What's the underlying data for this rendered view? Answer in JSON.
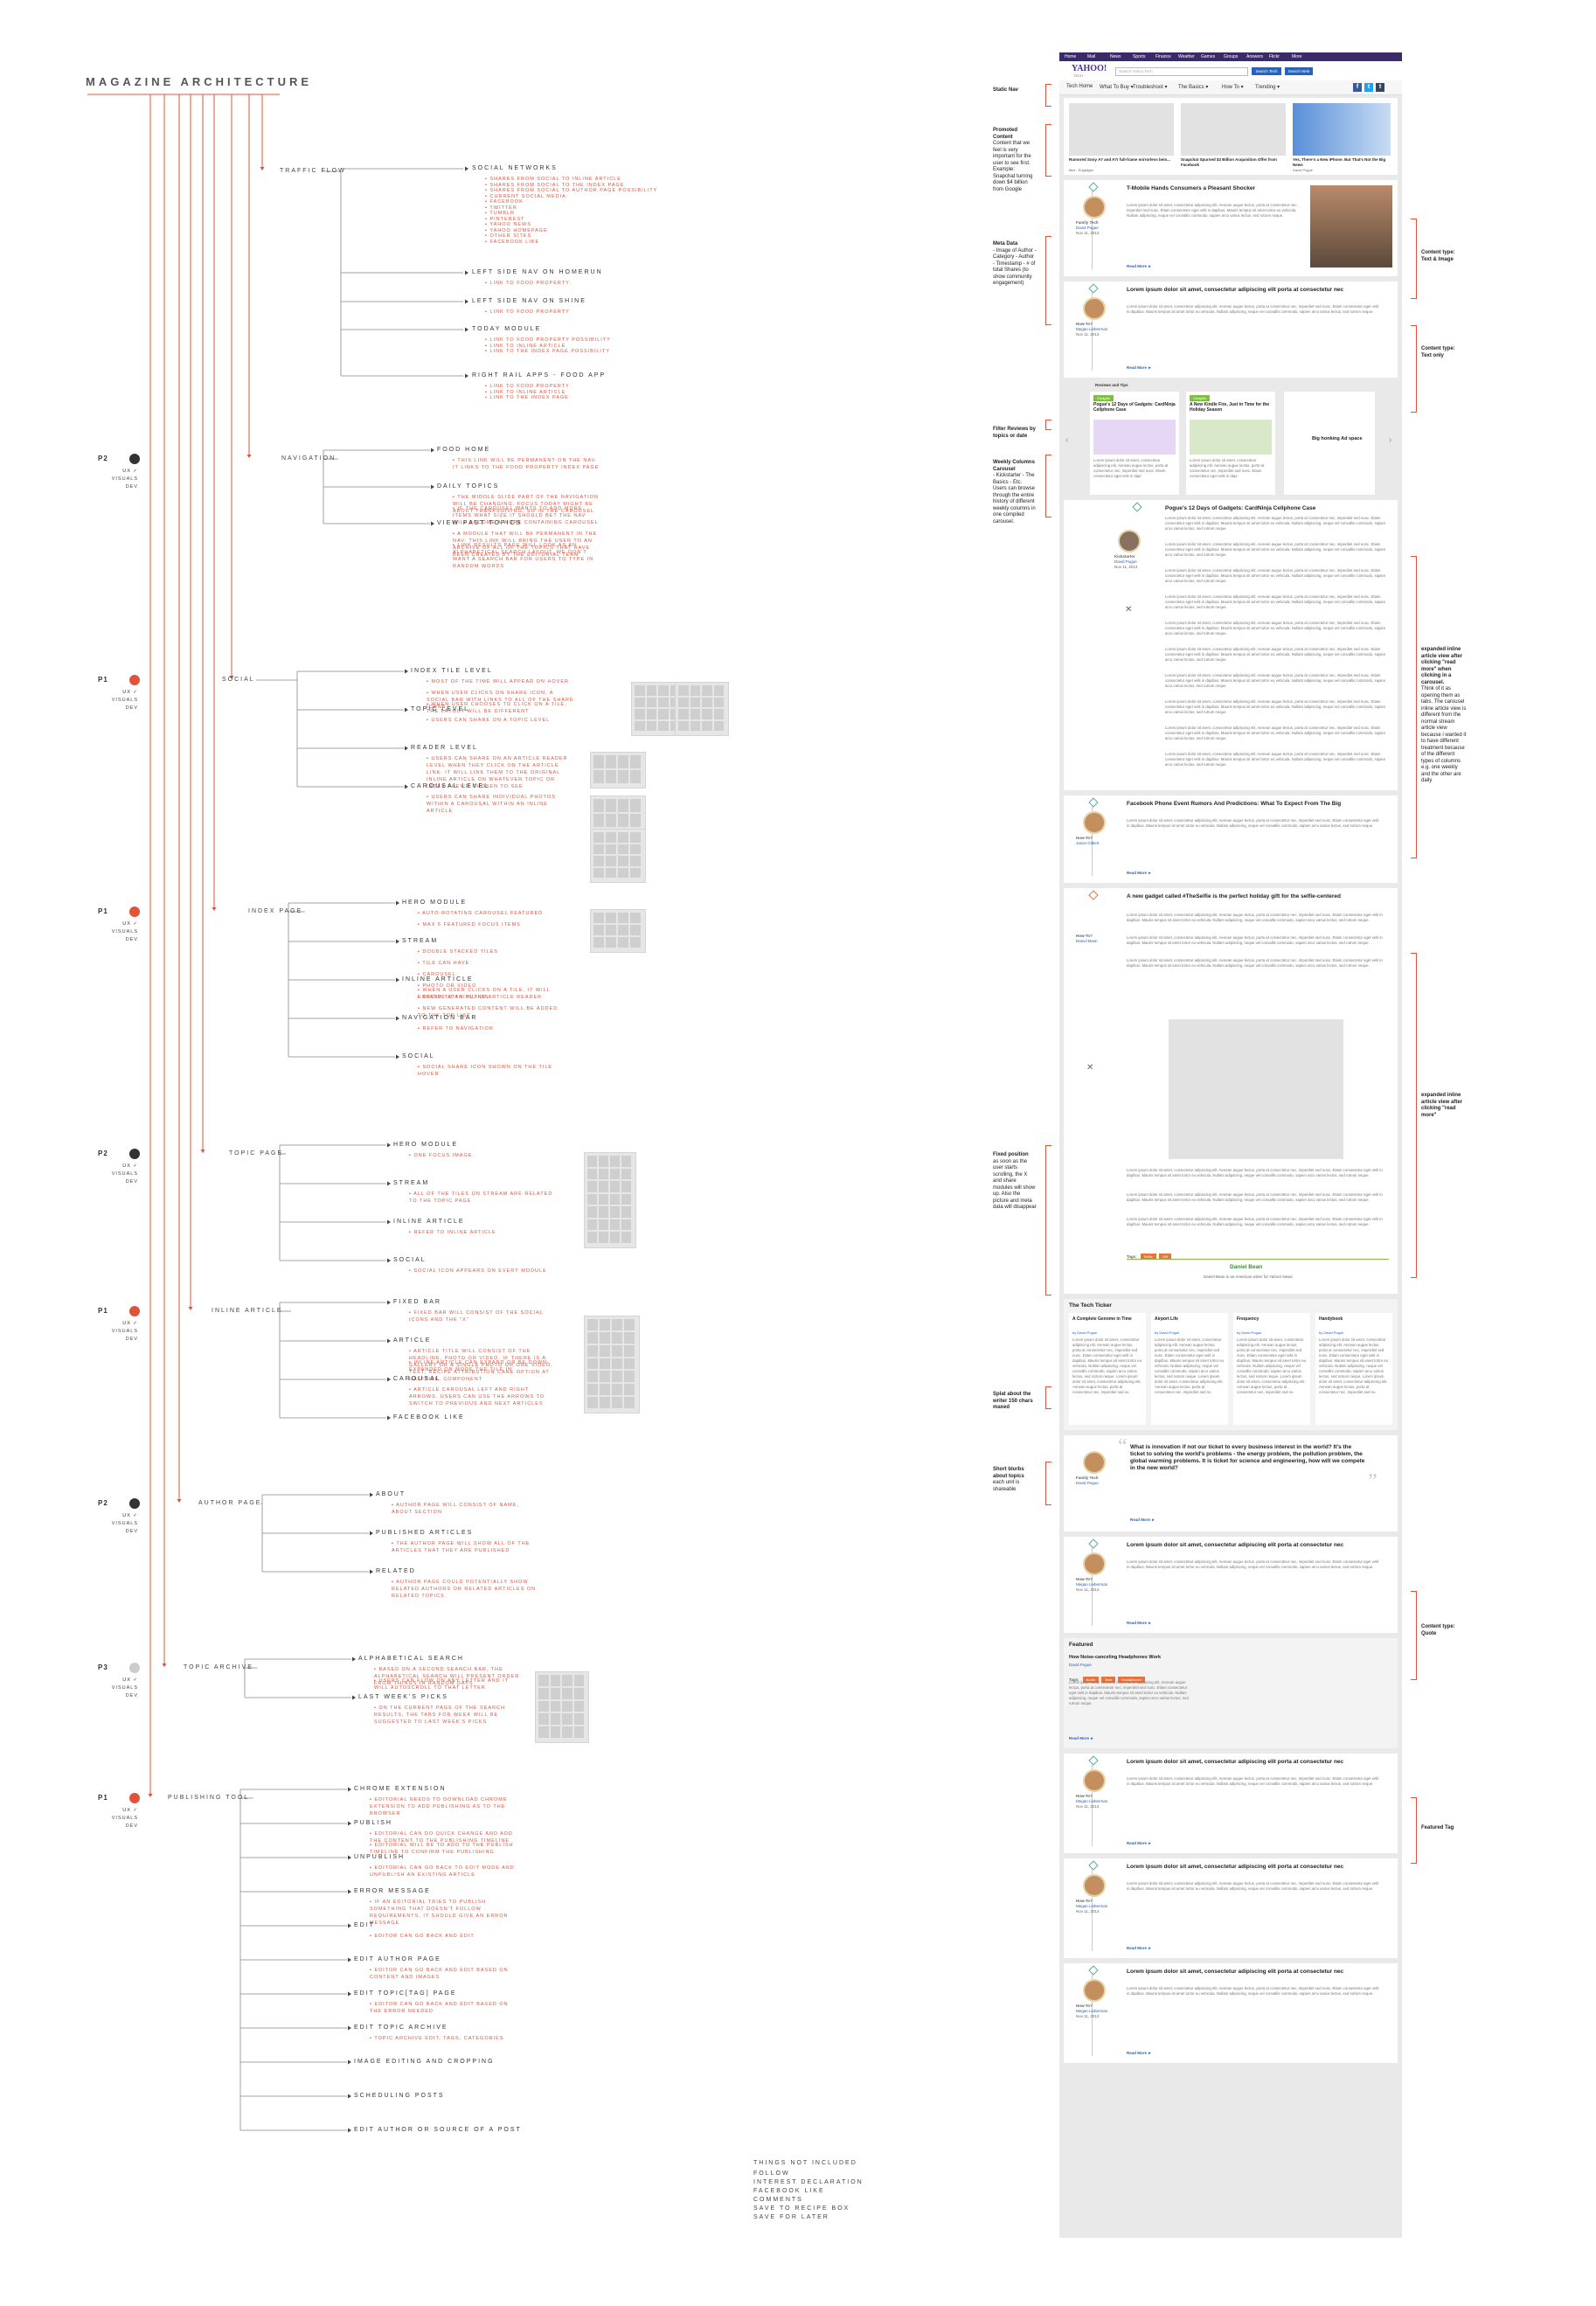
{
  "arch": {
    "title": "MAGAZINE ARCHITECTURE",
    "traffic_flow": {
      "label": "TRAFFIC FLOW",
      "nodes": [
        {
          "label": "SOCIAL NETWORKS",
          "items": [
            "SHARES FROM SOCIAL TO INLINE ARTICLE",
            "SHARES FROM SOCIAL TO THE INDEX PAGE",
            "SHARES FROM SOCIAL TO AUTHOR PAGE POSSIBILITY",
            "CURRENT SOCIAL MEDIA:",
            "FACEBOOK",
            "TWITTER",
            "TUMBLR",
            "PINTEREST",
            "YAHOO NEWS",
            "YAHOO HOMEPAGE",
            "OTHER SITES",
            "FACEBOOK LIKE"
          ]
        },
        {
          "label": "LEFT SIDE NAV ON HOMERUN",
          "items": [
            "LINK TO FOOD PROPERTY"
          ]
        },
        {
          "label": "LEFT SIDE NAV ON SHINE",
          "items": [
            "LINK TO FOOD PROPERTY"
          ]
        },
        {
          "label": "TODAY MODULE",
          "items": [
            "LINK TO FOOD PROPERTY POSSIBILITY",
            "LINK TO INLINE ARTICLE",
            "LINK TO THE INDEX PAGE POSSIBILITY"
          ]
        },
        {
          "label": "RIGHT RAIL APPS - FOOD APP",
          "items": [
            "LINK TO FOOD PROPERTY",
            "LINK TO INLINE ARTICLE",
            "LINK TO THE INDEX PAGE"
          ]
        }
      ]
    },
    "sections": [
      {
        "priority": "P2",
        "dot": "#333333",
        "label": "NAVIGATION",
        "nodes": [
          {
            "label": "FOOD HOME",
            "items": [
              "THIS LINK WILL BE PERMANENT ON THE NAV. IT LINKS TO THE FOOD PROPERTY INDEX PAGE"
            ]
          },
          {
            "label": "DAILY TOPICS",
            "items": [
              "THE MIDDLE SLIDE PART OF THE NAVIGATION WILL BE CHANGING. FOCUS TODAY MIGHT BE ABOUT THANKSGIVING, SO IN THE CAROUSEL",
              "IF THE CAROUSEL WANTS TO ADD MORE ITEMS WHAT SIZE IT SHOULD BE? THE NAV WILL BECOME A WORK CONTAINING CAROUSEL"
            ]
          },
          {
            "label": "VIEW PAST TOPICS",
            "items": [
              "A MODULE THAT WILL BE PERMANENT IN THE NAV. THIS LINK WILL BRING THE USER TO AN ARCHIVE OF ALL OF THE TOPICS THAT HAVE BEEN CREATED BY THE EDITORIAL TEAM",
              "LINK RESULTS PAGE WILL LOOK AS AN ALPHABETICAL SEARCH LAYOUT. WE DON'T WANT A SEARCH BAR FOR USERS TO TYPE IN RANDOM WORDS"
            ]
          }
        ]
      },
      {
        "priority": "P1",
        "dot": "#e0533b",
        "label": "SOCIAL",
        "nodes": [
          {
            "label": "INDEX TILE LEVEL",
            "items": [
              "MOST OF THE TIME WILL APPEAR ON HOVER",
              "WHEN USER CLICKS ON SHARE ICON, A SOCIAL BAR WITH LINKS TO ALL OF THE SHARE ICONS",
              "WHEN USER CHOOSES TO CLICK ON A TILE, THE LAYOUT WILL BE DIFFERENT"
            ]
          },
          {
            "label": "TOPIC LEVEL",
            "items": [
              "USERS CAN SHARE ON A TOPIC LEVEL"
            ]
          },
          {
            "label": "READER LEVEL",
            "items": [
              "USERS CAN SHARE ON AN ARTICLE READER LEVEL WHEN THEY CLICK ON THE ARTICLE LINK. IT WILL LINK THEM TO THE ORIGINAL INLINE ARTICLE ON WHATEVER TOPIC OR INDEX THEY'D CHOSEN TO SEE"
            ]
          },
          {
            "label": "CAROUSAL LEVEL",
            "items": [
              "USERS CAN SHARE INDIVIDUAL PHOTOS WITHIN A CAROUSAL WITHIN AN INLINE ARTICLE"
            ]
          }
        ]
      },
      {
        "priority": "P1",
        "dot": "#e0533b",
        "label": "INDEX PAGE",
        "nodes": [
          {
            "label": "HERO MODULE",
            "items": [
              "AUTO-ROTATING CAROUSEL FEATURED",
              "MAX 5 FEATURED FOCUS ITEMS"
            ]
          },
          {
            "label": "STREAM",
            "items": [
              "DOUBLE STACKED TILES",
              "TILE CAN HAVE:",
              "CAROUSEL",
              "PHOTO OR VIDEO",
              "RECIPE ATTRIBUTION",
              "NEW GENERATED CONTENT WILL BE ADDED TO THE TOP LIST"
            ]
          },
          {
            "label": "INLINE ARTICLE",
            "items": [
              "WHEN A USER CLICKS ON A TILE, IT WILL EXPAND TO AN INLINE ARTICLE READER"
            ]
          },
          {
            "label": "NAVIGATION BAR",
            "items": [
              "REFER TO NAVIGATION"
            ]
          },
          {
            "label": "SOCIAL",
            "items": [
              "SOCIAL SHARE ICON SHOWN ON THE TILE HOVER"
            ]
          }
        ]
      },
      {
        "priority": "P2",
        "dot": "#333333",
        "label": "TOPIC PAGE",
        "nodes": [
          {
            "label": "HERO MODULE",
            "items": [
              "ONE FOCUS IMAGE"
            ]
          },
          {
            "label": "STREAM",
            "items": [
              "ALL OF THE TILES ON STREAM ARE RELATED TO THE TOPIC PAGE"
            ]
          },
          {
            "label": "INLINE ARTICLE",
            "items": [
              "REFER TO INLINE ARTICLE"
            ]
          },
          {
            "label": "SOCIAL",
            "items": [
              "SOCIAL ICON APPEARS ON EVERY MODULE"
            ]
          }
        ]
      },
      {
        "priority": "P1",
        "dot": "#e0533b",
        "label": "INLINE ARTICLE",
        "nodes": [
          {
            "label": "FIXED BAR",
            "items": [
              "FIXED BAR WILL CONSIST OF THE SOCIAL ICONS AND THE \"X\""
            ]
          },
          {
            "label": "ARTICLE",
            "items": [
              "ARTICLE TITLE WILL CONSIST OF THE HEADLINE, PHOTO OR VIDEO. IF THERE IS A GALLERY OR A SINGLE PHOTO OR ONE VIDEO. TEXT, RECIPE ATTRIBUTION CANE OPTION AT HALFSIZE, COMPONENT",
              "INLINE ARTICLE CAN EXPAND OR BE DOWN-EXPANDED ON MODE THE TILE IN"
            ]
          },
          {
            "label": "CAROUSAL",
            "items": [
              "ARTICLE CAROUSAL LEFT AND RIGHT ARROWS. USERS CAN USE THE ARROWS TO SWITCH TO PREVIOUS AND NEXT ARTICLES"
            ]
          },
          {
            "label": "FACEBOOK LIKE",
            "items": []
          }
        ]
      },
      {
        "priority": "P2",
        "dot": "#333333",
        "label": "AUTHOR PAGE",
        "nodes": [
          {
            "label": "ABOUT",
            "items": [
              "AUTHOR PAGE WILL CONSIST OF NAME, ABOUT SECTION"
            ]
          },
          {
            "label": "PUBLISHED ARTICLES",
            "items": [
              "THE AUTHOR PAGE WILL SHOW ALL OF THE ARTICLES THAT THEY ARE PUBLISHED"
            ]
          },
          {
            "label": "RELATED",
            "items": [
              "AUTHOR PAGE COULD POTENTIALLY SHOW RELATED AUTHORS OR RELATED ARTICLES ON RELATED TOPICS"
            ]
          }
        ]
      },
      {
        "priority": "P3",
        "dot": "#cccccc",
        "label": "TOPIC ARCHIVE",
        "nodes": [
          {
            "label": "ALPHABETICAL SEARCH",
            "items": [
              "BASED ON A SECOND SEARCH BAR, THE ALPHABETICAL SEARCH WILL PRESENT ORDER FROM THINGS IN RANDOM DAYS",
              "USERS CAN FLOW ON ANY LETTER AND IT WILL AUTOSCROLL TO THAT LETTER"
            ]
          },
          {
            "label": "LAST WEEK'S PICKS",
            "items": [
              "ON THE CURRENT PAGE OF THE SEARCH RESULTS, THE TABS FOR WEEK WILL BE SUGGESTED TO LAST WEEK'S PICKS"
            ]
          }
        ]
      },
      {
        "priority": "P1",
        "dot": "#e0533b",
        "label": "PUBLISHING TOOL",
        "nodes": [
          {
            "label": "CHROME EXTENSION",
            "items": [
              "EDITORIAL NEEDS TO DOWNLOAD CHROME EXTENSION TO ADD PUBLISHING AS TO THE BROWSER"
            ]
          },
          {
            "label": "PUBLISH",
            "items": [
              "EDITORIAL CAN DO QUICK CHANGE AND ADD THE CONTENT TO THE PUBLISHING TIMELINE",
              "EDITORIAL WILL BE TO ADD TO THE PUBLISH TIMELINE TO CONFIRM THE PUBLISHING"
            ]
          },
          {
            "label": "UNPUBLISH",
            "items": [
              "EDITORIAL CAN GO BACK TO EDIT MODE AND UNPUBLISH AN EXISTING ARTICLE"
            ]
          },
          {
            "label": "ERROR MESSAGE",
            "items": [
              "IF AN EDITORIAL TRIES TO PUBLISH SOMETHING THAT DOESN'T FOLLOW REQUIREMENTS, IT SHOULD GIVE AN ERROR MESSAGE"
            ]
          },
          {
            "label": "EDIT",
            "items": [
              "EDITOR CAN GO BACK AND EDIT"
            ]
          },
          {
            "label": "EDIT AUTHOR PAGE",
            "items": [
              "EDITOR CAN GO BACK AND EDIT BASED ON CONTENT AND IMAGES"
            ]
          },
          {
            "label": "EDIT TOPIC[TAG] PAGE",
            "items": [
              "EDITOR CAN GO BACK AND EDIT BASED ON THE ERROR NEEDED"
            ]
          },
          {
            "label": "EDIT TOPIC ARCHIVE",
            "items": [
              "TOPIC ARCHIVE EDIT, TAGS, CATEGORIES"
            ]
          },
          {
            "label": "IMAGE EDITING AND CROPPING",
            "items": []
          },
          {
            "label": "SCHEDULING POSTS",
            "items": []
          },
          {
            "label": "EDIT AUTHOR OR SOURCE OF A POST",
            "items": []
          }
        ]
      }
    ],
    "uvd": [
      "UX",
      "VISUALS",
      "DEV"
    ],
    "check": "✓",
    "not_included": {
      "title": "THINGS NOT INCLUDED",
      "items": [
        "FOLLOW",
        "INTEREST DECLARATION",
        "FACEBOOK LIKE",
        "COMMENTS",
        "SAVE TO RECIPE BOX",
        "SAVE FOR LATER"
      ]
    }
  },
  "mock": {
    "topbar": [
      "Home",
      "Mail",
      "News",
      "Sports",
      "Finance",
      "Weather",
      "Games",
      "Groups",
      "Answers",
      "Flickr",
      "More"
    ],
    "logo": "YAHOO!",
    "logo_sub": "TECH",
    "search_placeholder": "Search Yahoo Tech",
    "search_btn": "Search Tech",
    "web_btn": "Search Web",
    "nav": [
      "Tech Home",
      "What To Buy ▾",
      "Troubleshoot ▾",
      "The Basics ▾",
      "How To ▾",
      "Trending ▾"
    ],
    "promo": [
      {
        "title": "Rumored Sony A7 and A7r full-frame mirrorless bein...",
        "meta": "Bird · Engadget"
      },
      {
        "title": "Snapchat Spurned $3 Billion Acquisition Offer from Facebook",
        "meta": ""
      },
      {
        "title": "Yes, There's a New iPhone. But That's Not the Big News",
        "meta": "David Pogue"
      }
    ],
    "stories": [
      {
        "title": "T-Mobile Hands Consumers a Pleasant Shocker",
        "author": "David Pogue",
        "kicker": "Family Tech",
        "date": "Nov 11, 2013"
      },
      {
        "title": "Lorem ipsum dolor sit amet, consectetur adipiscing elit porta at consectetur nec",
        "author": "Megan Lieberman",
        "kicker": "How-To?",
        "date": "Nov 11, 2013"
      }
    ],
    "reviews_label": "Reviews and Tips",
    "reviews": [
      {
        "badge": "Gadgets",
        "title": "Pogue's 12 Days of Gadgets: CardNinja Cellphone Case"
      },
      {
        "badge": "Gadgets",
        "title": "A New Kindle Fire, Just in Time for the Holiday Season"
      }
    ],
    "ad": "Big honking Ad space",
    "expanded": {
      "title": "Pogue's 12 Days of Gadgets: CardNinja Cellphone Case",
      "kicker": "Kickstarter",
      "author": "David Pogue",
      "date": "Nov 11, 2013"
    },
    "facebook": {
      "title": "Facebook Phone Event Rumors And Predictions: What To Expect From The Big",
      "kicker": "How-To?",
      "author": "Jason Gilbert"
    },
    "selfie": {
      "title": "A new gadget called #TheSelfie is the perfect holiday gift for the selfie-centered",
      "kicker": "How-To?",
      "author": "Daniel Bean",
      "tags_label": "Tags:",
      "tags": [
        "Selfie",
        "Gift"
      ],
      "author_box": "Daniel Bean",
      "author_desc": "Daniel Bean is an American writer for Yahoo! News"
    },
    "ticker": {
      "title": "The Tech Ticker",
      "items": [
        {
          "title": "A Complete Genome in Time",
          "by": "by David Pogue"
        },
        {
          "title": "Airport Life",
          "by": "by David Pogue"
        },
        {
          "title": "Frequency",
          "by": "by David Pogue"
        },
        {
          "title": "Handybook",
          "by": "by David Pogue"
        }
      ]
    },
    "quote": {
      "text": "What is innovation if not our ticket to every business interest in the world? It's the ticket to solving the world's problems - the energy problem, the pollution problem, the global warming problems. It is ticket for science and engineering, how will we compete in the new world?",
      "kicker": "Family Tech",
      "author": "David Pogue"
    },
    "lorem_title": "Lorem ipsum dolor sit amet, consectetur adipiscing elit porta at consectetur nec",
    "lorem_author": "Megan Lieberman",
    "lorem_kicker": "How-To?",
    "featured": {
      "label": "Featured",
      "title": "How Noise-canceling Headphones Work",
      "author": "David Pogue",
      "tags_label": "Tags:",
      "tags": [
        "Audio",
        "Tech",
        "Headphones"
      ]
    },
    "read_more": "Read More ►",
    "body_text": "Lorem ipsum dolor sit amet, consectetur adipiscing elit. Aenean augue lectus, porta at consectetur nec, imperdiet sed nunc. Etiam consectetur eget velit in dapibus. Mauris tempus sit amet tortor eu vehicula. Nullam adipiscing, neque vel convallis commodo, sapien arcu varius lectus, sed rutrum neque."
  },
  "annotations": {
    "left": [
      {
        "title": "Static Nav",
        "text": ""
      },
      {
        "title": "Promoted Content",
        "text": "Content that we feel is very important for the user to see first. Example: Snapchat turning down $4 billion from Google"
      },
      {
        "title": "Meta Data",
        "text": "- Image of Author - Category - Author - Timestamp - # of total Shares (to show community engagement)"
      },
      {
        "title": "Filter Reviews by topics or date",
        "text": ""
      },
      {
        "title": "Weekly Columns Carousel",
        "text": "- Kickstarter - The Basics - Etc. Users can browse through the entire history of different weekly columns in one compiled carousel."
      },
      {
        "title": "Fixed position",
        "text": "as soon as the user starts scrolling, the X and share modules will show up. Also the picture and meta data will disappear"
      },
      {
        "title": "Splat about the writer 150 chars maxed",
        "text": ""
      },
      {
        "title": "Short blurbs about topics",
        "text": "each unit is shareable"
      }
    ],
    "right": [
      {
        "title": "Content type: Text & Image",
        "text": ""
      },
      {
        "title": "Content type: Text only",
        "text": ""
      },
      {
        "title": "expanded inline article view after clicking \"read more\" when clicking in a carousel.",
        "text": "Think of it as opening them as tabs. The carousel inline article view is different from the normal stream article view because i wanted it to have different treatment because of the different types of columns e.g. one weekly and the other are daily"
      },
      {
        "title": "expanded inline article view after clicking \"read more\"",
        "text": ""
      },
      {
        "title": "Content type: Quote",
        "text": ""
      },
      {
        "title": "Featured Tag",
        "text": ""
      }
    ]
  }
}
